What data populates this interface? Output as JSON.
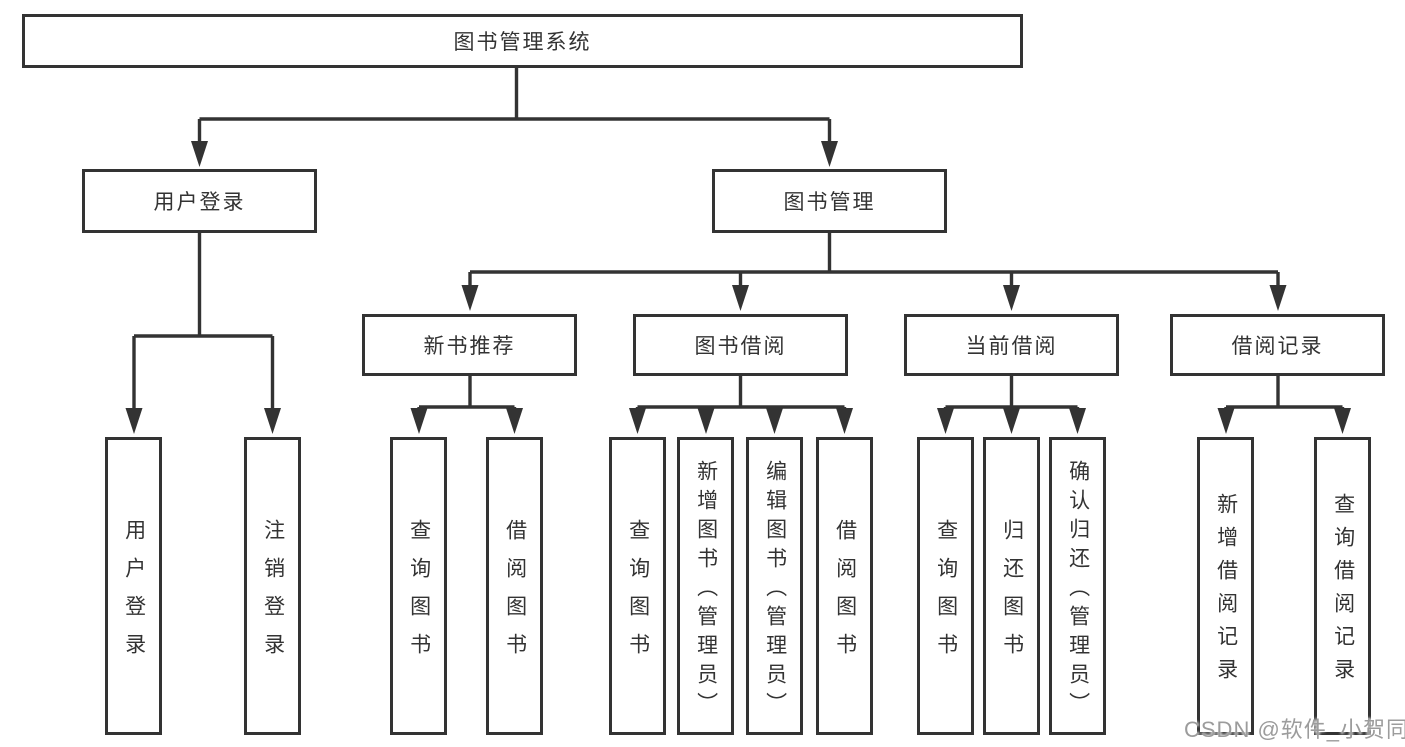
{
  "nodes": {
    "root": "图书管理系统",
    "branches": [
      {
        "label": "用户登录",
        "leaves": [
          "用户登录",
          "注销登录"
        ]
      },
      {
        "label": "图书管理",
        "sections": [
          {
            "label": "新书推荐",
            "leaves": [
              "查询图书",
              "借阅图书"
            ]
          },
          {
            "label": "图书借阅",
            "leaves": [
              "查询图书",
              "新增图书（管理员）",
              "编辑图书（管理员）",
              "借阅图书"
            ]
          },
          {
            "label": "当前借阅",
            "leaves": [
              "查询图书",
              "归还图书",
              "确认归还（管理员）"
            ]
          },
          {
            "label": "借阅记录",
            "leaves": [
              "新增借阅记录",
              "查询借阅记录"
            ]
          }
        ]
      }
    ]
  },
  "watermark": {
    "text": "CSDN @软件_小贺同学"
  },
  "colors": {
    "line": "#333333",
    "box_border": "#333333",
    "box_background": "#ffffff",
    "text": "#333333",
    "watermark_text": "#9c9c9c",
    "canvas_background": "#ffffff"
  }
}
